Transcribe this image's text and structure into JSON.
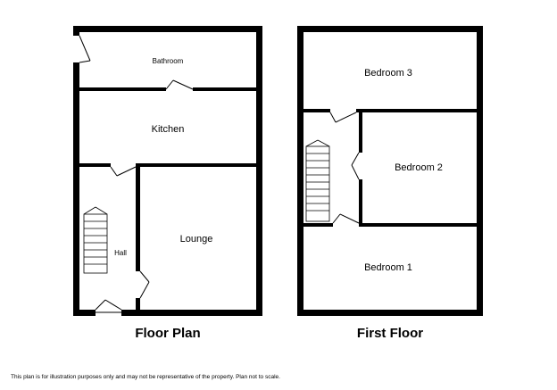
{
  "plans": {
    "ground": {
      "title": "Floor Plan",
      "rooms": {
        "bathroom": "Bathroom",
        "kitchen": "Kitchen",
        "hall": "Hall",
        "lounge": "Lounge"
      }
    },
    "first": {
      "title": "First Floor",
      "rooms": {
        "bedroom3": "Bedroom 3",
        "bedroom2": "Bedroom 2",
        "bedroom1": "Bedroom 1"
      }
    }
  },
  "disclaimer": "This plan is for illustration purposes only and may not be representative of the property. Plan not to scale."
}
